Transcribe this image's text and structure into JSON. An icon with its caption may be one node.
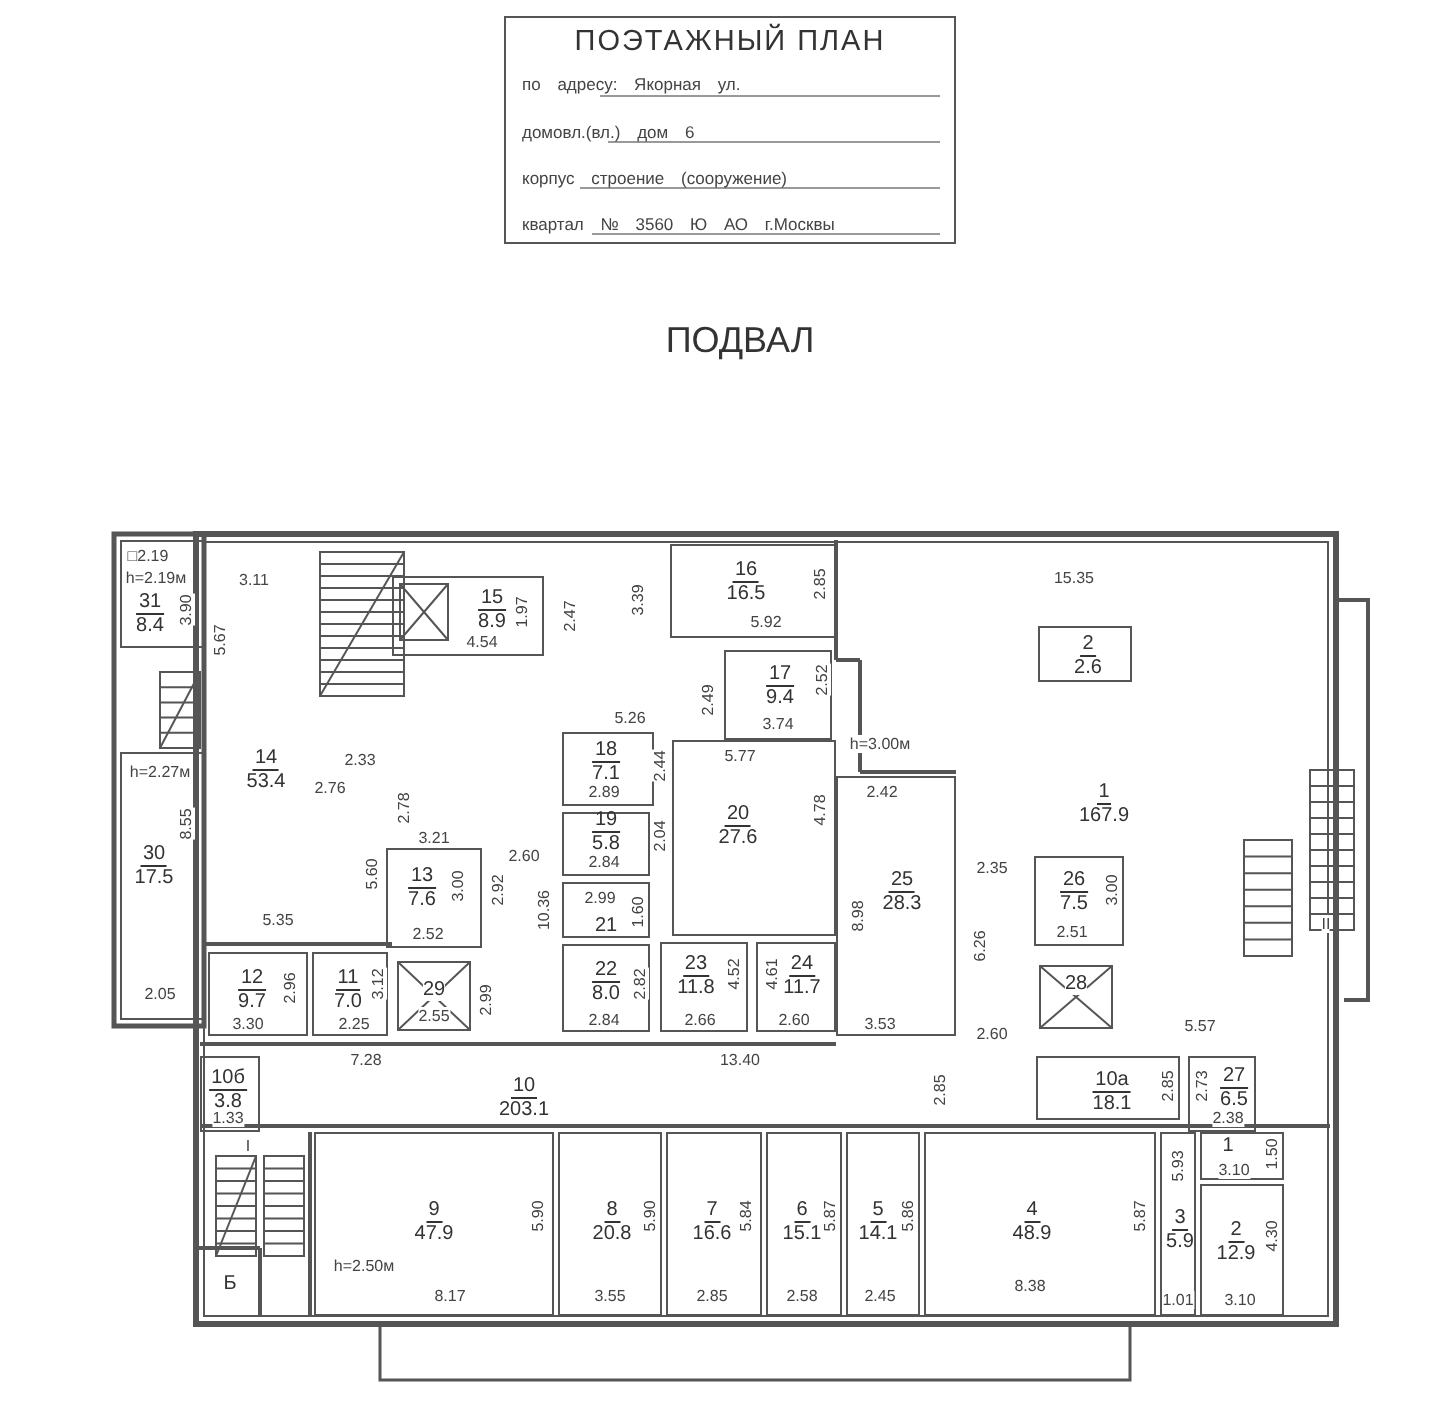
{
  "diagram": {
    "title": "ПОДВАЛ",
    "nodes": [
      {
        "text": [
          "ПОЭТАЖНЫЙ ПЛАН",
          "по адресу: Якорная ул.",
          "домовл.(вл.) дом 6",
          "корпус строение (сооружение)",
          "квартал № 3560 Ю АО г.Москвы"
        ]
      },
      {
        "text": [
          "31",
          "8.4"
        ]
      },
      {
        "text": [
          "15",
          "8.9"
        ]
      },
      {
        "text": [
          "16",
          "16.5"
        ]
      },
      {
        "text": [
          "2",
          "2.6"
        ]
      },
      {
        "text": [
          "17",
          "9.4"
        ]
      },
      {
        "text": [
          "18",
          "7.1"
        ]
      },
      {
        "text": [
          "14",
          "53.4"
        ]
      },
      {
        "text": [
          "1",
          "167.9"
        ]
      },
      {
        "text": [
          "20",
          "27.6"
        ]
      },
      {
        "text": [
          "19",
          "5.8"
        ]
      },
      {
        "text": [
          "30",
          "17.5"
        ]
      },
      {
        "text": [
          "13",
          "7.6"
        ]
      },
      {
        "text": [
          "26",
          "7.5"
        ]
      },
      {
        "text": [
          "25",
          "28.3"
        ]
      },
      {
        "text": [
          "21"
        ]
      },
      {
        "text": [
          "23",
          "11.8"
        ]
      },
      {
        "text": [
          "24",
          "11.7"
        ]
      },
      {
        "text": [
          "22",
          "8.0"
        ]
      },
      {
        "text": [
          "12",
          "9.7"
        ]
      },
      {
        "text": [
          "11",
          "7.0"
        ]
      },
      {
        "text": [
          "29"
        ]
      },
      {
        "text": [
          "28"
        ]
      },
      {
        "text": [
          "10б",
          "3.8"
        ]
      },
      {
        "text": [
          "10",
          "203.1"
        ]
      },
      {
        "text": [
          "10а",
          "18.1"
        ]
      },
      {
        "text": [
          "27",
          "6.5"
        ]
      },
      {
        "text": [
          "1"
        ]
      },
      {
        "text": [
          "9",
          "47.9"
        ]
      },
      {
        "text": [
          "8",
          "20.8"
        ]
      },
      {
        "text": [
          "7",
          "16.6"
        ]
      },
      {
        "text": [
          "6",
          "15.1"
        ]
      },
      {
        "text": [
          "5",
          "14.1"
        ]
      },
      {
        "text": [
          "4",
          "48.9"
        ]
      },
      {
        "text": [
          "3",
          "5.9"
        ]
      },
      {
        "text": [
          "2",
          "12.9"
        ]
      },
      {
        "text": [
          "Б"
        ]
      }
    ],
    "labels": [
      "□2.19",
      "h=2.19м",
      "3.11",
      "4.54",
      "1.97",
      "2.47",
      "3.39",
      "2.85",
      "5.92",
      "15.35",
      "3.90",
      "5.67",
      "2.49",
      "2.52",
      "3.74",
      "5.26",
      "5.77",
      "h=3.00м",
      "2.33",
      "h=2.27м",
      "2.76",
      "2.44",
      "2.89",
      "2.42",
      "2.78",
      "4.78",
      "8.55",
      "2.04",
      "3.21",
      "2.60",
      "2.84",
      "2.35",
      "5.60",
      "3.00",
      "2.92",
      "3.00",
      "2.99",
      "10.36",
      "1.60",
      "8.98",
      "5.35",
      "II",
      "2.52",
      "2.51",
      "6.26",
      "2.05",
      "2.96",
      "3.12",
      "2.99",
      "2.82",
      "4.52",
      "4.61",
      "2.55",
      "3.30",
      "2.25",
      "2.84",
      "2.66",
      "2.60",
      "3.53",
      "2.60",
      "5.57",
      "7.28",
      "13.40",
      "2.85",
      "2.85",
      "2.73",
      "1.33",
      "2.38",
      "I",
      "1.50",
      "3.10",
      "5.93",
      "5.90",
      "5.90",
      "5.84",
      "5.87",
      "5.86",
      "5.87",
      "4.30",
      "h=2.50м",
      "8.38",
      "8.17",
      "3.55",
      "2.85",
      "2.58",
      "2.45",
      "1.01",
      "3.10"
    ]
  }
}
